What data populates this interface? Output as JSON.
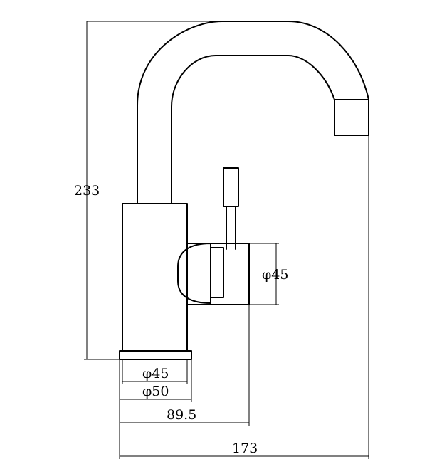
{
  "dimensions": {
    "height_total": "233",
    "handle_diameter": "φ45",
    "base_inner_diameter": "φ45",
    "base_outer_diameter": "φ50",
    "handle_offset": "89.5",
    "overall_reach": "173"
  }
}
